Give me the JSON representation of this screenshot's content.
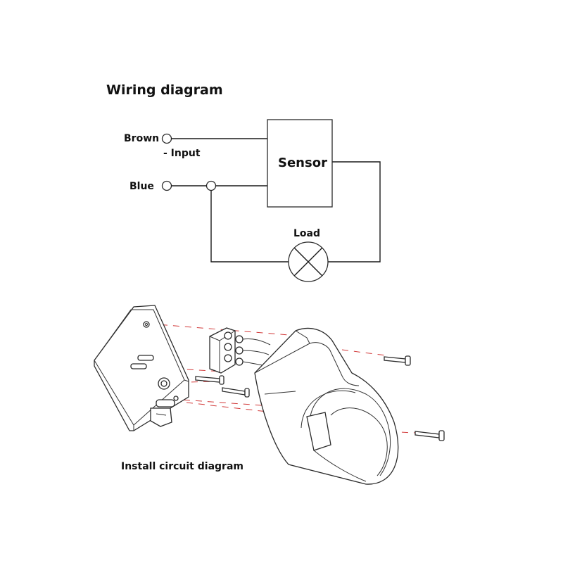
{
  "wiring": {
    "title": "Wiring diagram",
    "brown_label": "Brown",
    "input_label": "- Input",
    "blue_label": "Blue",
    "sensor_label": "Sensor",
    "load_label": "Load"
  },
  "install": {
    "caption": "Install circuit diagram"
  },
  "colors": {
    "line": "#1a1a1a",
    "guide": "#d23a3a"
  }
}
